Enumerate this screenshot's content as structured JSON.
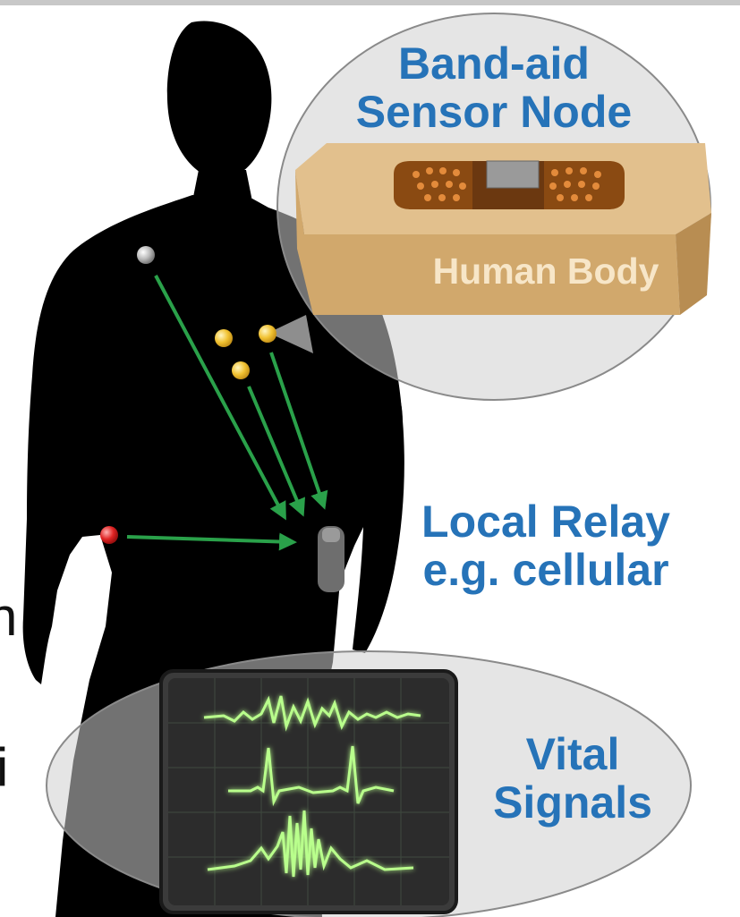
{
  "labels": {
    "sensor_node": [
      "Band-aid",
      "Sensor Node"
    ],
    "human_body": "Human Body",
    "relay": [
      "Local Relay",
      "e.g. cellular"
    ],
    "vital": [
      "Vital",
      "Signals"
    ]
  },
  "clipped_text_fragments": [
    "n",
    "i"
  ],
  "colors": {
    "label_blue": "#2673b8",
    "arrow_green": "#2aa14a",
    "silhouette": "#000000",
    "sensor_yellow": "#f1c232",
    "sensor_gray": "#b8b8b8",
    "sensor_red": "#e02424",
    "pad_tan": "#d9b27a",
    "human_body_text": "#f7e6c8",
    "monitor_dark": "#2c2c2c",
    "signal_green": "#b9ff8c"
  },
  "icons": {
    "person": "person-silhouette-icon",
    "relay": "phone-relay-icon",
    "monitor": "vital-signs-monitor-icon",
    "sensor": "sensor-dot-icon"
  }
}
